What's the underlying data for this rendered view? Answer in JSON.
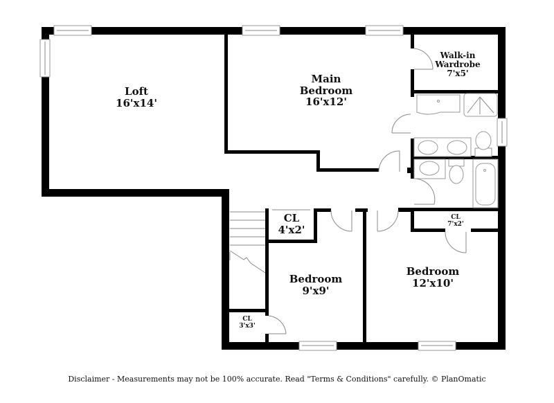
{
  "floorplan": {
    "rooms": [
      {
        "id": "loft",
        "name": "Loft",
        "dims": "16'x14'"
      },
      {
        "id": "main-bedroom",
        "name": "Main\nBedroom",
        "name_line1": "Main",
        "name_line2": "Bedroom",
        "dims": "16'x12'"
      },
      {
        "id": "walk-in-wardrobe",
        "name_line1": "Walk-in",
        "name_line2": "Wardrobe",
        "dims": "7'x5'"
      },
      {
        "id": "closet-hall",
        "name": "CL",
        "dims": "4'x2'"
      },
      {
        "id": "closet-stair",
        "name": "CL",
        "dims": "3'x3'"
      },
      {
        "id": "closet-bedroom2",
        "name": "CL",
        "dims": "7'x2'"
      },
      {
        "id": "bedroom-small",
        "name": "Bedroom",
        "dims": "9'x9'"
      },
      {
        "id": "bedroom-large",
        "name": "Bedroom",
        "dims": "12'x10'"
      }
    ],
    "colors": {
      "wall": "#000000",
      "fixture": "#9a9a9a",
      "background": "#ffffff"
    }
  },
  "footer": {
    "disclaimer": "Disclaimer - Measurements may not be 100% accurate. Read \"Terms & Conditions\" carefully. © PlanOmatic"
  }
}
